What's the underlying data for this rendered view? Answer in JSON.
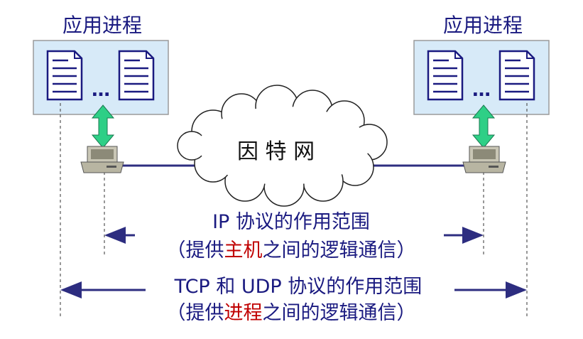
{
  "left_process_title": "应用进程",
  "right_process_title": "应用进程",
  "left_ellipsis": "…",
  "right_ellipsis": "…",
  "internet_label": "因 特 网",
  "ip_scope": {
    "line1": "IP 协议的作用范围",
    "line2_prefix": "（提供",
    "line2_highlight": "主机",
    "line2_suffix": "之间的逻辑通信）"
  },
  "tcp_udp_scope": {
    "line1": "TCP 和 UDP 协议的作用范围",
    "line2_prefix": "（提供",
    "line2_highlight": "进程",
    "line2_suffix": "之间的逻辑通信）"
  },
  "colors": {
    "process_box_fill": "#d7eaf8",
    "text_primary": "#1a1a80",
    "highlight": "#c00000",
    "arrow_green": "#2ecf86",
    "link_line": "#2d2d80"
  }
}
